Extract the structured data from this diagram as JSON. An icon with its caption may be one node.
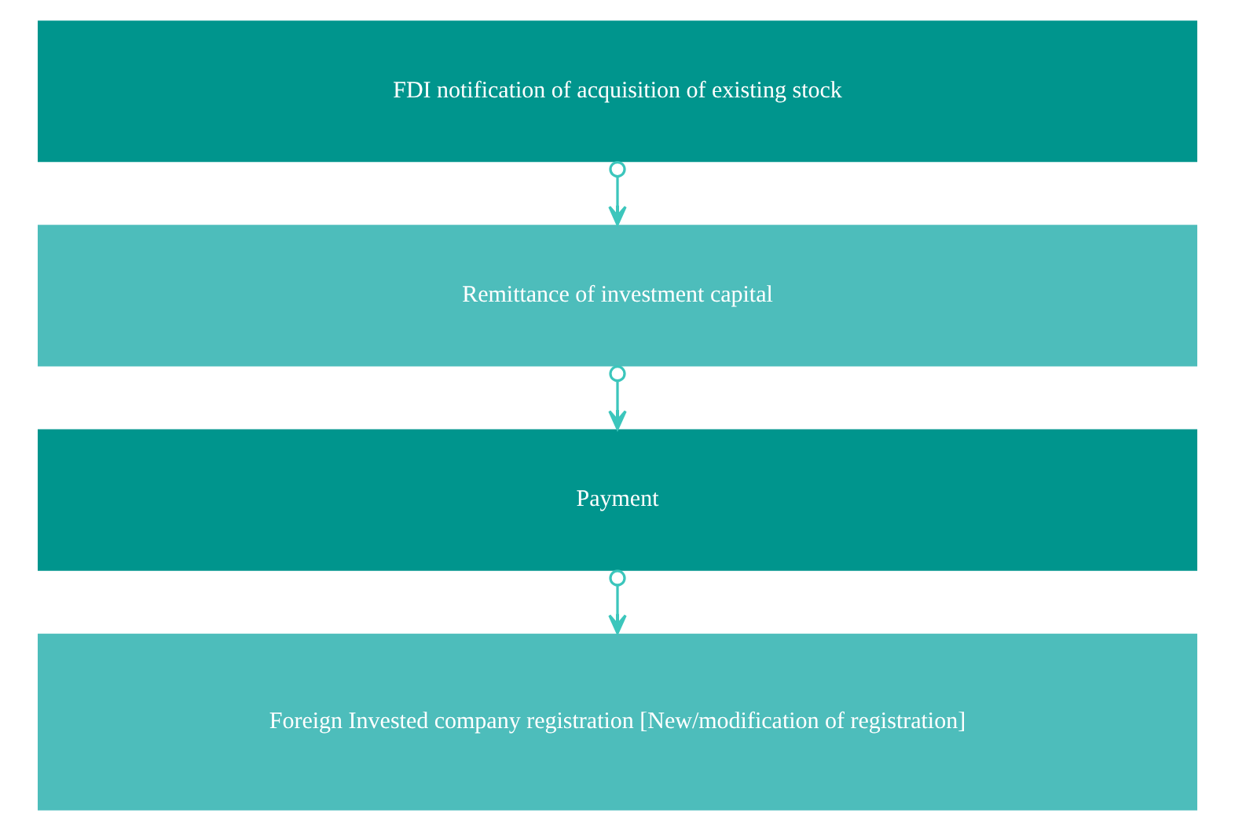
{
  "diagram": {
    "nodes": [
      {
        "text": [
          "FDI notification of acquisition of existing stock"
        ]
      },
      {
        "text": [
          "Remittance of investment capital"
        ]
      },
      {
        "text": [
          "Payment"
        ]
      },
      {
        "text": [
          "Foreign Invested company registration [New/modification of registration]"
        ]
      }
    ],
    "edges": [
      {
        "from": 0,
        "to": 1,
        "arrow": "to"
      },
      {
        "from": 1,
        "to": 2,
        "arrow": "to"
      },
      {
        "from": 2,
        "to": 3,
        "arrow": "to"
      }
    ]
  }
}
